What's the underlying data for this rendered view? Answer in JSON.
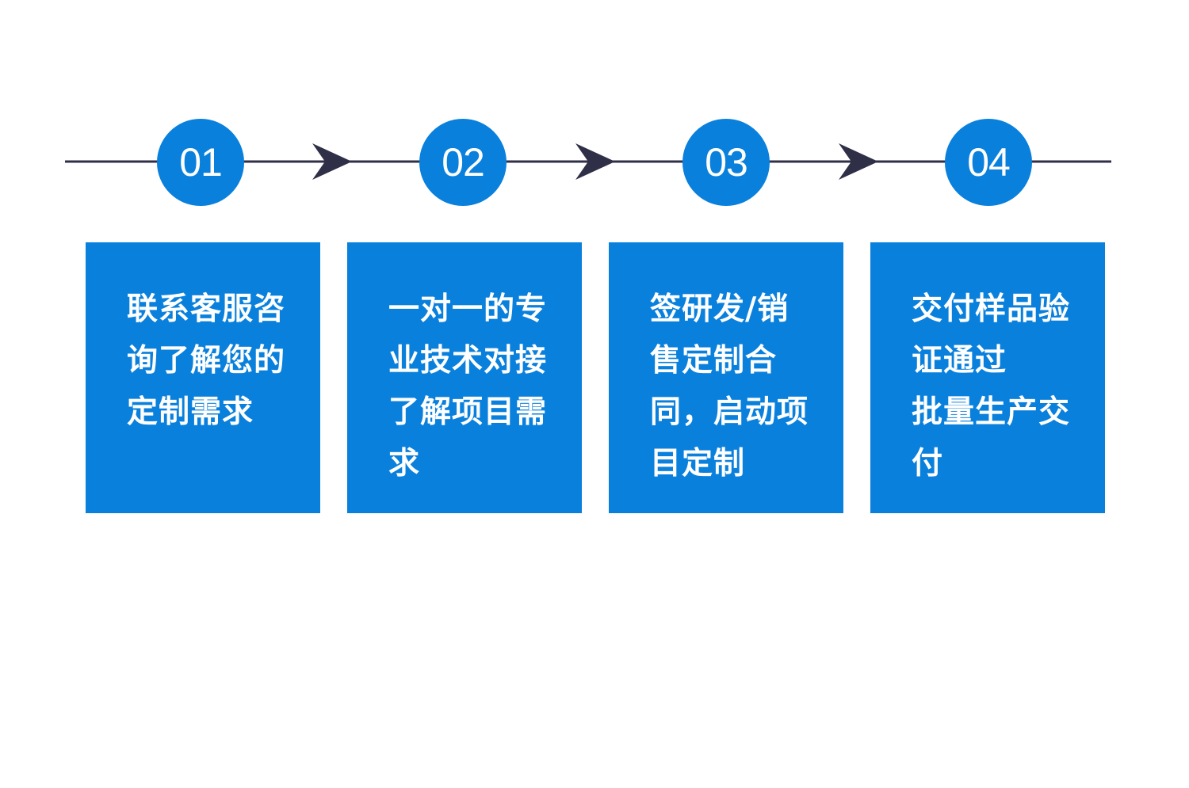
{
  "colors": {
    "accent": "#0a80dd",
    "line": "#2f2f48",
    "text_on_accent": "#ffffff"
  },
  "steps": [
    {
      "number": "01",
      "lines": [
        "联系客服咨",
        "询了解您的",
        "定制需求"
      ]
    },
    {
      "number": "02",
      "lines": [
        "一对一的专",
        "业技术对接",
        "了解项目需",
        "求"
      ]
    },
    {
      "number": "03",
      "lines": [
        "签研发/销",
        "售定制合",
        "同，启动项",
        "目定制"
      ]
    },
    {
      "number": "04",
      "lines": [
        "交付样品验",
        "证通过",
        "批量生产交",
        "付"
      ]
    }
  ],
  "connector_icons": [
    "arrow-right-icon",
    "arrow-right-icon",
    "arrow-right-icon"
  ]
}
